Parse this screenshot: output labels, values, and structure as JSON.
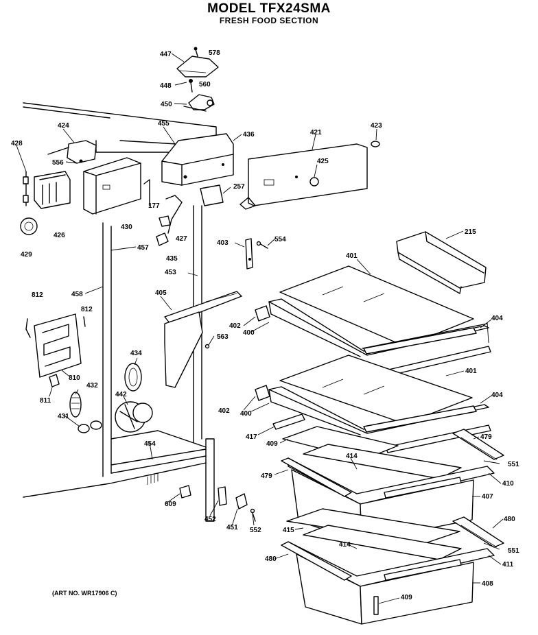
{
  "header": {
    "title": "MODEL TFX24SMA",
    "subtitle": "FRESH FOOD SECTION"
  },
  "footer": {
    "art_number": "(ART NO. WR17906 C)"
  },
  "callouts": [
    "447",
    "578",
    "448",
    "560",
    "450",
    "455",
    "436",
    "421",
    "423",
    "424",
    "428",
    "556",
    "426",
    "429",
    "177",
    "430",
    "427",
    "257",
    "425",
    "215",
    "403",
    "554",
    "457",
    "435",
    "453",
    "401",
    "458",
    "812",
    "812",
    "405",
    "402",
    "563",
    "400",
    "404",
    "434",
    "810",
    "811",
    "432",
    "442",
    "431",
    "404",
    "401",
    "402",
    "400",
    "417",
    "409",
    "479",
    "414",
    "454",
    "551",
    "479",
    "410",
    "407",
    "609",
    "452",
    "451",
    "552",
    "415",
    "480",
    "414",
    "551",
    "480",
    "411",
    "408",
    "409"
  ]
}
